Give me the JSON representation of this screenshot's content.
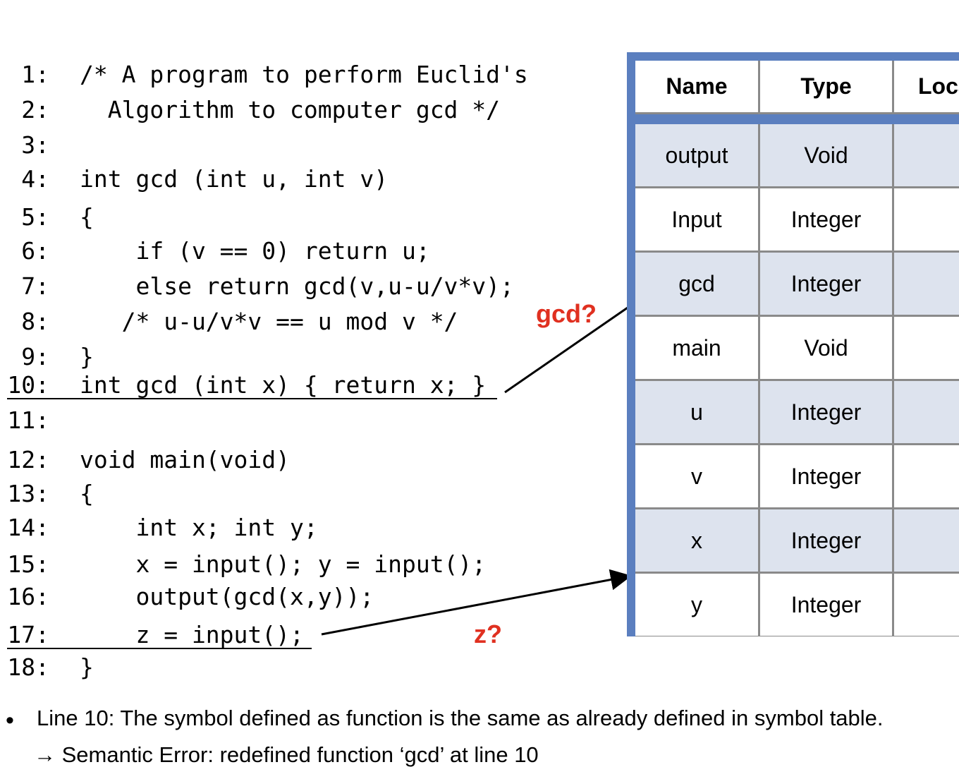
{
  "code": {
    "lines": [
      {
        "num": "1:",
        "text": "/* A program to perform Euclid's",
        "indent": 0,
        "underline": false
      },
      {
        "num": "2:",
        "text": "  Algorithm to computer gcd */",
        "indent": 0,
        "underline": false
      },
      {
        "num": "3:",
        "text": "",
        "indent": 0,
        "underline": false
      },
      {
        "num": "4:",
        "text": "int gcd (int u, int v)",
        "indent": 0,
        "underline": false
      },
      {
        "num": "5:",
        "text": "{",
        "indent": 0,
        "underline": false
      },
      {
        "num": "6:",
        "text": "    if (v == 0) return u;",
        "indent": 0,
        "underline": false
      },
      {
        "num": "7:",
        "text": "    else return gcd(v,u-u/v*v);",
        "indent": 0,
        "underline": false
      },
      {
        "num": "8:",
        "text": "   /* u-u/v*v == u mod v */",
        "indent": 0,
        "underline": false
      },
      {
        "num": "9:",
        "text": "}",
        "indent": 0,
        "underline": false
      },
      {
        "num": "10:",
        "text": "int gcd (int x) { return x; }",
        "indent": 0,
        "underline": true
      },
      {
        "num": "11:",
        "text": "",
        "indent": 0,
        "underline": false
      },
      {
        "num": "12:",
        "text": "void main(void)",
        "indent": 0,
        "underline": false
      },
      {
        "num": "13:",
        "text": "{",
        "indent": 0,
        "underline": false
      },
      {
        "num": "14:",
        "text": "    int x; int y;",
        "indent": 0,
        "underline": false
      },
      {
        "num": "15:",
        "text": "    x = input(); y = input();",
        "indent": 0,
        "underline": false
      },
      {
        "num": "16:",
        "text": "    output(gcd(x,y));",
        "indent": 0,
        "underline": false
      },
      {
        "num": "17:",
        "text": "    z = input();",
        "indent": 0,
        "underline": true
      },
      {
        "num": "18:",
        "text": "}",
        "indent": 0,
        "underline": false
      }
    ]
  },
  "annotations": {
    "gcd": "gcd?",
    "z": "z?",
    "color": "#e03020"
  },
  "symbol_table": {
    "headers": [
      "Name",
      "Type",
      "Loca"
    ],
    "rows": [
      {
        "name": "output",
        "type": "Void",
        "loc": "",
        "shaded": true
      },
      {
        "name": "Input",
        "type": "Integer",
        "loc": "",
        "shaded": false
      },
      {
        "name": "gcd",
        "type": "Integer",
        "loc": "",
        "shaded": true
      },
      {
        "name": "main",
        "type": "Void",
        "loc": "",
        "shaded": false
      },
      {
        "name": "u",
        "type": "Integer",
        "loc": "",
        "shaded": true
      },
      {
        "name": "v",
        "type": "Integer",
        "loc": "",
        "shaded": false
      },
      {
        "name": "x",
        "type": "Integer",
        "loc": "",
        "shaded": true
      },
      {
        "name": "y",
        "type": "Integer",
        "loc": "",
        "shaded": false
      }
    ],
    "colors": {
      "border": "#5b7fbf",
      "shaded": "#dde3ee",
      "plain": "#ffffff",
      "grid": "#8a8a8a"
    }
  },
  "notes": {
    "bullet": "•",
    "line1": "Line 10: The symbol defined as function is the same as already defined in symbol table.",
    "arrow": "→",
    "line2": "Semantic Error: redefined function ‘gcd’ at line 10"
  }
}
